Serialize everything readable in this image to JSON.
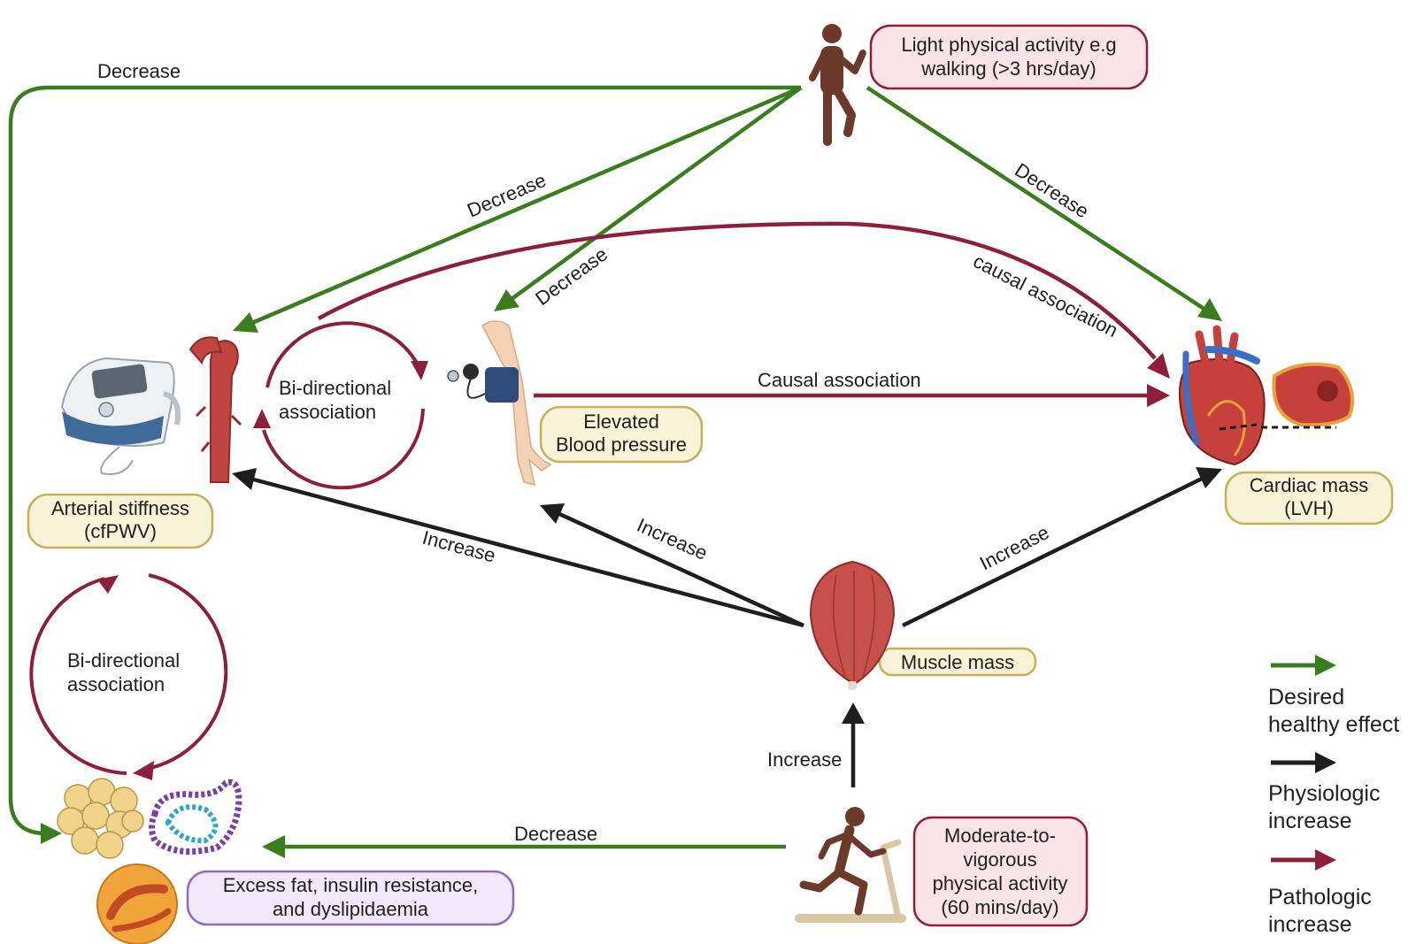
{
  "colors": {
    "green": "#3a7d1e",
    "black": "#1e1e1e",
    "red": "#8e1f3c",
    "yellow_box_fill": "#f8f2d6",
    "yellow_box_stroke": "#c2b25a",
    "pink_box_fill": "#fbe3ea",
    "pink_box_stroke": "#8e1f3c",
    "purple_box_fill": "#f1e8fb",
    "purple_box_stroke": "#8d6bbd"
  },
  "boxes": {
    "light_activity": [
      "Light physical activity e.g",
      "walking (>3 hrs/day)"
    ],
    "elevated_bp": [
      "Elevated",
      "Blood pressure"
    ],
    "arterial_stiffness": [
      "Arterial stiffness",
      "(cfPWV)"
    ],
    "cardiac_mass": [
      "Cardiac mass",
      "(LVH)"
    ],
    "muscle_mass": [
      "Muscle mass"
    ],
    "moderate_activity": [
      "Moderate-to-",
      "vigorous",
      "physical activity",
      "(60 mins/day)"
    ],
    "excess_fat": [
      "Excess fat, insulin resistance,",
      "and dyslipidaemia"
    ]
  },
  "cycles": {
    "upper": [
      "Bi-directional",
      "association"
    ],
    "lower": [
      "Bi-directional",
      "association"
    ]
  },
  "arrow_labels": {
    "top_decrease": "Decrease",
    "walk_to_artery": "Decrease",
    "walk_to_bp": "Decrease",
    "walk_to_heart": "Decrease",
    "causal_curve": "causal association",
    "causal_straight": "Causal association",
    "muscle_to_artery": "Increase",
    "muscle_to_bp": "Increase",
    "muscle_to_heart": "Increase",
    "run_to_muscle": "Increase",
    "run_to_fat": "Decrease"
  },
  "legend": {
    "green": [
      "Desired",
      "healthy effect"
    ],
    "black": [
      "Physiologic",
      "increase"
    ],
    "red": [
      "Pathologic",
      "increase"
    ]
  },
  "icons": [
    "walking-person-icon",
    "running-person-treadmill-icon",
    "pwv-device-icon",
    "aorta-icon",
    "arm-blood-pressure-cuff-icon",
    "heart-icon",
    "heart-cross-section-icon",
    "muscle-icon",
    "fat-cells-icon",
    "insulin-molecule-icon",
    "fat-globule-icon"
  ]
}
